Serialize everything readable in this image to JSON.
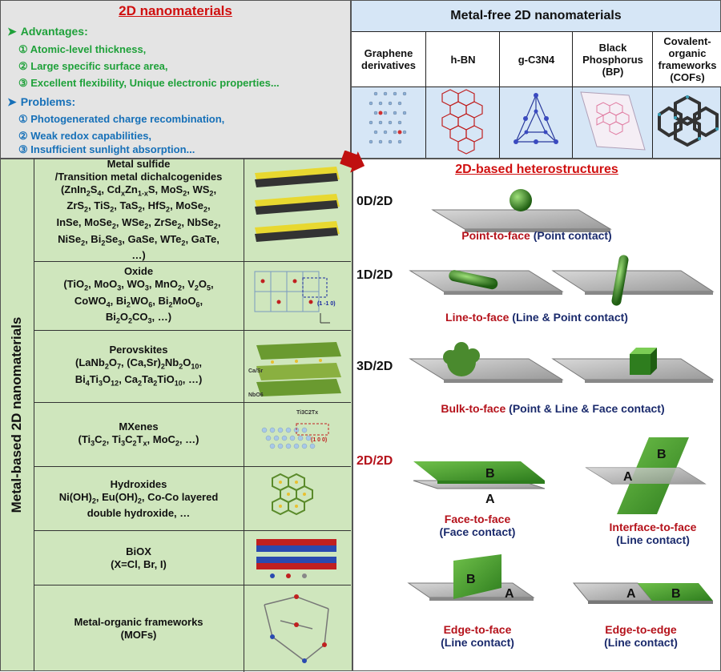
{
  "left_top": {
    "title": "2D nanomaterials",
    "advantages_label": "Advantages:",
    "advantages": [
      "① Atomic-level thickness,",
      "② Large specific surface area,",
      "③ Excellent flexibility, Unique electronic properties..."
    ],
    "problems_label": "Problems:",
    "problems": [
      "① Photogenerated charge recombination,",
      "② Weak redox capabilities,",
      "③ Insufficient sunlight absorption..."
    ]
  },
  "metal_free": {
    "title": "Metal-free 2D nanomaterials",
    "columns": [
      "Graphene derivatives",
      "h-BN",
      "g-C3N4",
      "Black Phosphorus (BP)",
      "Covalent-organic frameworks (COFs)"
    ]
  },
  "metal_based": {
    "vertical_label": "Metal-based 2D nanomaterials",
    "rows": [
      {
        "name": "Metal sulfide /Transition metal dichalcogenides",
        "lines": [
          "(ZnIn2S4, CdxZn1-xS, MoS2, WS2,",
          "ZrS2, TiS2, TaS2, HfS2, MoSe2,",
          "InSe, MoSe2, WSe2, ZrSe2, NbSe2,",
          "NiSe2, Bi2Se3, GaSe, WTe2, GaTe,",
          "…)"
        ]
      },
      {
        "name": "Oxide",
        "lines": [
          "(TiO2, MoO3, WO3, MnO2, V2O5,",
          "CoWO4, Bi2WO6, Bi2MoO6,",
          "Bi2O2CO3, …)"
        ]
      },
      {
        "name": "Perovskites",
        "lines": [
          "(LaNb2O7, (Ca,Sr)2Nb2O10,",
          "Bi4Ti3O12, Ca2Ta2TiO10, …)"
        ]
      },
      {
        "name": "MXenes",
        "lines": [
          "(Ti3C2, Ti3C2Tx, MoC2, …)"
        ]
      },
      {
        "name": "Hydroxides",
        "lines": [
          "Ni(OH)2, Eu(OH)2, Co-Co layered",
          "double hydroxide, …"
        ]
      },
      {
        "name": "BiOX",
        "lines": [
          "(X=Cl, Br, I)"
        ]
      },
      {
        "name": "Metal-organic frameworks",
        "lines": [
          "(MOFs)"
        ]
      }
    ],
    "image_labels": {
      "oxide_dir": "(1 -1 0)",
      "perov_a": "Ca/Sr",
      "perov_b": "NbO6",
      "mxene_title": "Ti3C2Tx",
      "mxene_dir": "(1 0 0)"
    }
  },
  "hetero": {
    "title": "2D-based heterostructures",
    "dims": [
      "0D/2D",
      "1D/2D",
      "3D/2D",
      "2D/2D"
    ],
    "point_face": {
      "red": "Point-to-face",
      "blue": "(Point contact)"
    },
    "line_face": {
      "red": "Line-to-face",
      "blue": "(Line & Point contact)"
    },
    "bulk_face": {
      "red": "Bulk-to-face",
      "blue": "(Point & Line & Face contact)"
    },
    "face_face": {
      "red": "Face-to-face",
      "blue": "(Face contact)"
    },
    "interface_face": {
      "red": "Interface-to-face",
      "blue": "(Line contact)"
    },
    "edge_face": {
      "red": "Edge-to-face",
      "blue": "(Line contact)"
    },
    "edge_edge": {
      "red": "Edge-to-edge",
      "blue": "(Line contact)"
    },
    "letter_a": "A",
    "letter_b": "B"
  },
  "colors": {
    "red": "#d01010",
    "green_text": "#1fa13a",
    "blue_text": "#1670b8",
    "green_panel": "#cfe6bd",
    "blue_panel": "#d6e6f6"
  }
}
